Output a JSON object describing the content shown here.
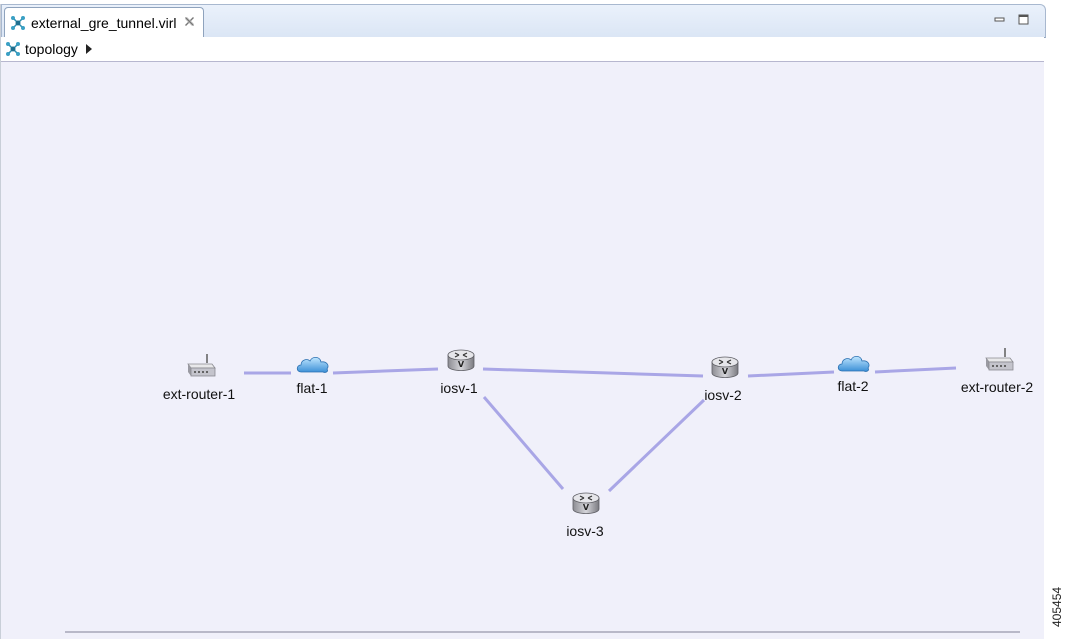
{
  "tab": {
    "title": "external_gre_tunnel.virl",
    "close_icon": "close-icon"
  },
  "breadcrumb": {
    "label": "topology"
  },
  "window_controls": [
    "minimize-icon",
    "maximize-icon"
  ],
  "colors": {
    "link": "#a9a6e6",
    "canvas_bg": "#f0f0fa",
    "tab_bar": "#dbe6f5"
  },
  "nodes": [
    {
      "id": "ext-router-1",
      "label": "ext-router-1",
      "kind": "external-router"
    },
    {
      "id": "flat-1",
      "label": "flat-1",
      "kind": "flat-network-cloud"
    },
    {
      "id": "iosv-1",
      "label": "iosv-1",
      "kind": "iosv-router"
    },
    {
      "id": "iosv-2",
      "label": "iosv-2",
      "kind": "iosv-router"
    },
    {
      "id": "flat-2",
      "label": "flat-2",
      "kind": "flat-network-cloud"
    },
    {
      "id": "ext-router-2",
      "label": "ext-router-2",
      "kind": "external-router"
    },
    {
      "id": "iosv-3",
      "label": "iosv-3",
      "kind": "iosv-router"
    }
  ],
  "links": [
    [
      "ext-router-1",
      "flat-1"
    ],
    [
      "flat-1",
      "iosv-1"
    ],
    [
      "iosv-1",
      "iosv-2"
    ],
    [
      "iosv-1",
      "iosv-3"
    ],
    [
      "iosv-3",
      "iosv-2"
    ],
    [
      "iosv-2",
      "flat-2"
    ],
    [
      "flat-2",
      "ext-router-2"
    ]
  ],
  "figure_id": "405454"
}
